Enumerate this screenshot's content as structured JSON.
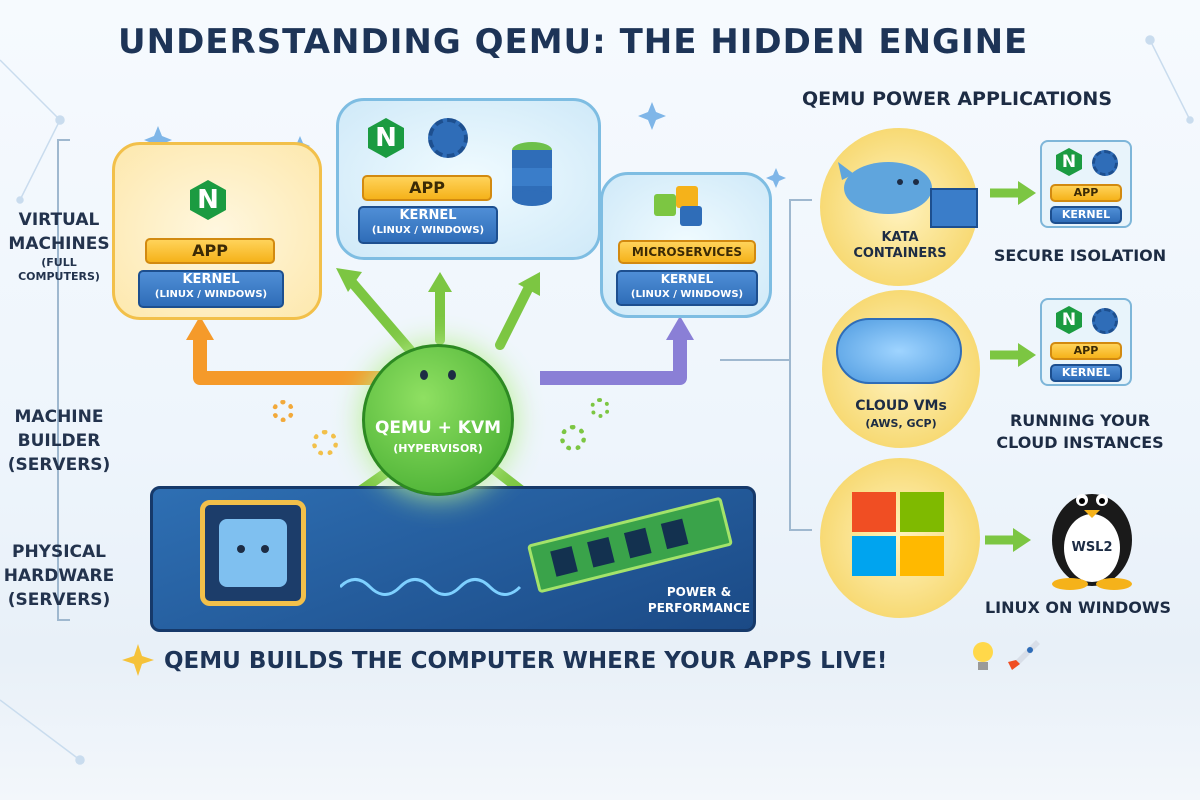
{
  "title": "UNDERSTANDING QEMU: THE HIDDEN ENGINE",
  "left_labels": {
    "virtual": {
      "line1": "VIRTUAL",
      "line2": "MACHINES",
      "sub": "(FULL COMPUTERS)"
    },
    "builder": {
      "line1": "MACHINE",
      "line2": "BUILDER",
      "line3": "(SERVERS)"
    },
    "hardware": {
      "line1": "PHYSICAL",
      "line2": "HARDWARE",
      "line3": "(SERVERS)"
    }
  },
  "vm_left": {
    "app": "APP",
    "kernel": "KERNEL",
    "kernel_sub": "(LINUX / WINDOWS)"
  },
  "vm_center": {
    "app": "APP",
    "kernel": "KERNEL",
    "kernel_sub": "(LINUX / WINDOWS)"
  },
  "vm_right": {
    "app": "MICROSERVICES",
    "kernel": "KERNEL",
    "kernel_sub": "(LINUX / WINDOWS)"
  },
  "hub": {
    "name": "QEMU + KVM",
    "sub": "(HYPERVISOR)"
  },
  "hardware_panel": {
    "label_line1": "POWER &",
    "label_line2": "PERFORMANCE"
  },
  "applications": {
    "heading": "QEMU POWER APPLICATIONS",
    "items": [
      {
        "source_line1": "KATA",
        "source_line2": "CONTAINERS",
        "result": "SECURE ISOLATION",
        "app": "APP",
        "kernel": "KERNEL"
      },
      {
        "source_line1": "CLOUD VMs",
        "source_line2": "(AWS, GCP)",
        "result_line1": "RUNNING YOUR",
        "result_line2": "CLOUD INSTANCES",
        "app": "APP",
        "kernel": "KERNEL"
      },
      {
        "result": "LINUX ON WINDOWS",
        "badge": "WSL2"
      }
    ]
  },
  "bottom_message": "QEMU BUILDS THE COMPUTER WHERE YOUR APPS LIVE!",
  "icons": [
    "sparkle-icon",
    "nginx-icon",
    "gear-icon",
    "database-icon",
    "puzzle-icon",
    "whale-icon",
    "container-icon",
    "cloud-icon",
    "windows-icon",
    "tux-icon",
    "cpu-icon",
    "ram-icon",
    "lightbulb-icon",
    "rocket-icon"
  ],
  "colors": {
    "title": "#1d3457",
    "app": "#f5b21a",
    "kernel": "#2f6db8",
    "hub": "#4cbb3a",
    "arrow_green": "#7cc642",
    "arrow_orange": "#f59a2a",
    "arrow_purple": "#8a7fd6"
  }
}
